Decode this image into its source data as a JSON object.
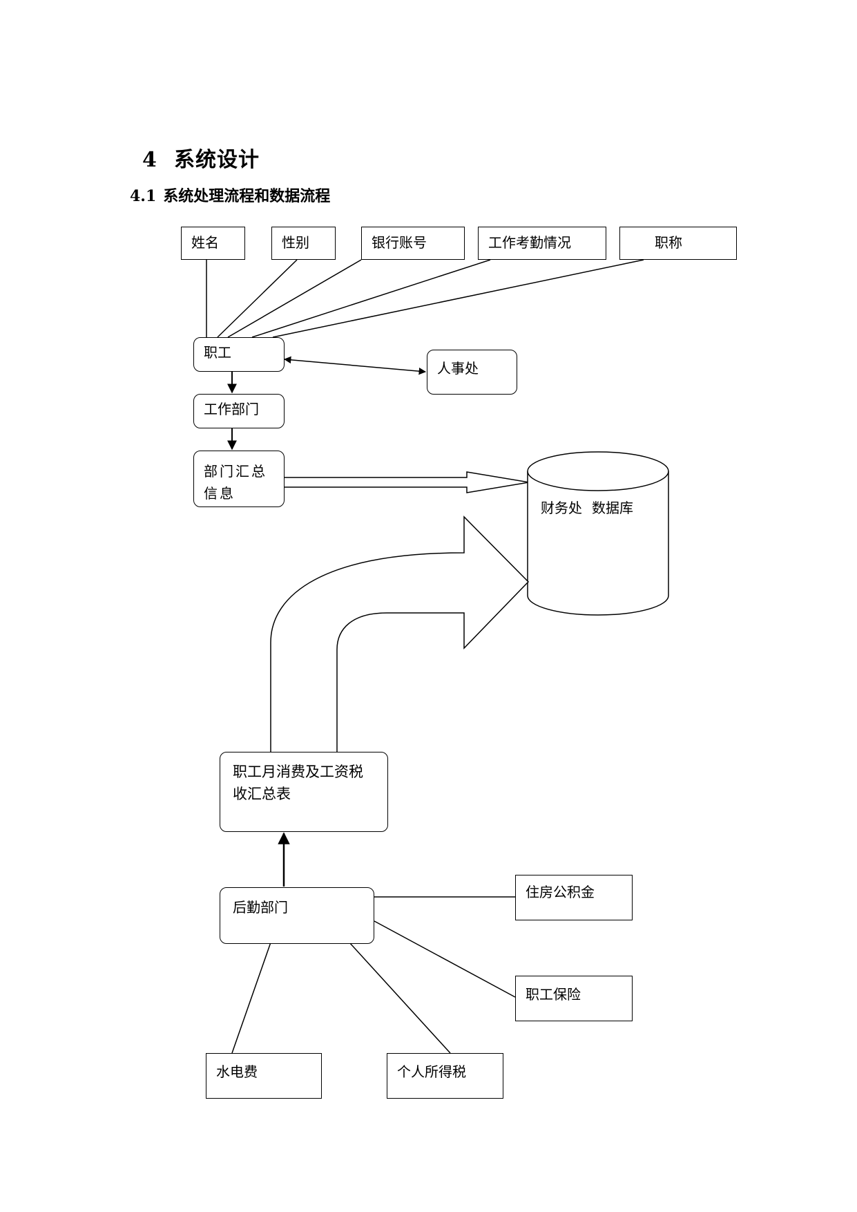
{
  "heading": {
    "number": "4",
    "title": "系统设计"
  },
  "subheading": {
    "number": "4.1",
    "title": "系统处理流程和数据流程"
  },
  "nodes": {
    "name": "姓名",
    "gender": "性别",
    "bank_account": "银行账号",
    "attendance": "工作考勤情况",
    "job_title": "职称",
    "employee": "职工",
    "hr": "人事处",
    "work_dept": "工作部门",
    "dept_summary": "部门汇总信息",
    "finance_db_label": "财务处",
    "finance_db_sub": "数据库",
    "monthly_report": "职工月消费及工资税收汇总表",
    "logistics": "后勤部门",
    "housing_fund": "住房公积金",
    "insurance": "职工保险",
    "utilities": "水电费",
    "income_tax": "个人所得税"
  }
}
